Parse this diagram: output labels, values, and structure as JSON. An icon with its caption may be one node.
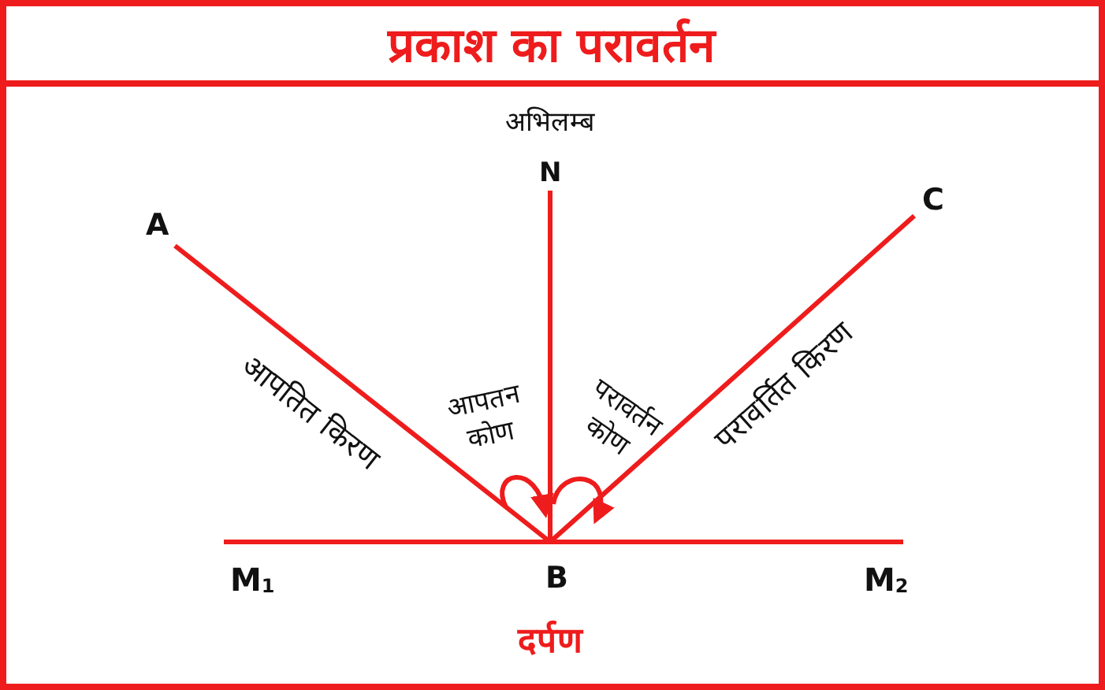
{
  "diagram": {
    "title": "प्रकाश का परावर्तन",
    "nodes": [
      {
        "text": [
          "A"
        ]
      },
      {
        "text": [
          "N"
        ],
        "beside": [
          "अभिलम्ब"
        ]
      },
      {
        "text": [
          "C"
        ]
      },
      {
        "text": [
          "B"
        ]
      }
    ],
    "edges": [
      {
        "from": 0,
        "to": 3,
        "arrow": "none",
        "label": "आपतित किरण"
      },
      {
        "from": 1,
        "to": 3,
        "arrow": "none"
      },
      {
        "from": 3,
        "to": 2,
        "arrow": "none",
        "label": "परावर्तित किरण"
      }
    ],
    "labels": [
      "आपतन कोण",
      "परावर्तन कोण",
      "M$_{1}$",
      "M$_{2}$",
      "दर्पण"
    ]
  }
}
